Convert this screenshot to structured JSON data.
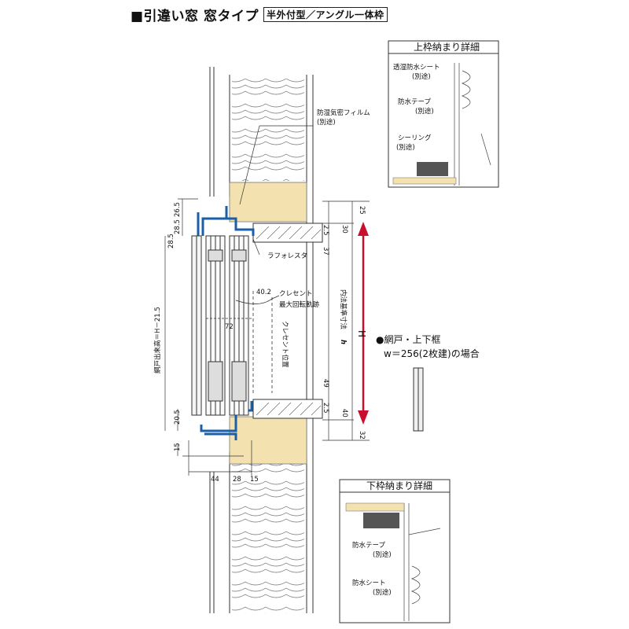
{
  "title": {
    "main": "■引違い窓 窓タイプ",
    "tag": "半外付型／アングル一体枠"
  },
  "colors": {
    "frame": "#1a5fa8",
    "wood": "#f3e2b0",
    "red": "#c8102e",
    "line": "#333333"
  },
  "top_detail": {
    "heading": "上枠納まり詳細",
    "labels": [
      "透湿防水シート",
      "(別途)",
      "防水テープ",
      "(別途)",
      "シーリング",
      "(別途)"
    ]
  },
  "bottom_detail": {
    "heading": "下枠納まり詳細",
    "labels": [
      "防水テープ",
      "(別途)",
      "防水シート",
      "(別途)"
    ]
  },
  "main": {
    "film_label": [
      "防湿気密フィルム",
      "(別途)"
    ],
    "laforesta": "ラフォレスタ",
    "crescent": [
      "クレセント",
      "最大回転軌跡"
    ],
    "crescent_pos": "クレセント位置",
    "screen_height": "網戸出来高＝H－21.5",
    "inner_dim": "内法基準寸法",
    "inner_h": "h",
    "big_h": "H"
  },
  "dims": {
    "d26_5": "26.5",
    "d28_5a": "28.5",
    "d28_5b": "28.5",
    "d25": "25",
    "d30": "30",
    "d2_5a": "2.5",
    "d37": "37",
    "d40_2": "40.2",
    "d72": "72",
    "d49": "49",
    "d2_5b": "2.5",
    "d40": "40",
    "d32": "32",
    "d20_5": "20.5",
    "d15": "15",
    "d44": "44",
    "d28": "28",
    "d15b": "15"
  },
  "note": {
    "l1": "●網戸・上下框",
    "l2": "w＝256(2枚建)の場合"
  }
}
